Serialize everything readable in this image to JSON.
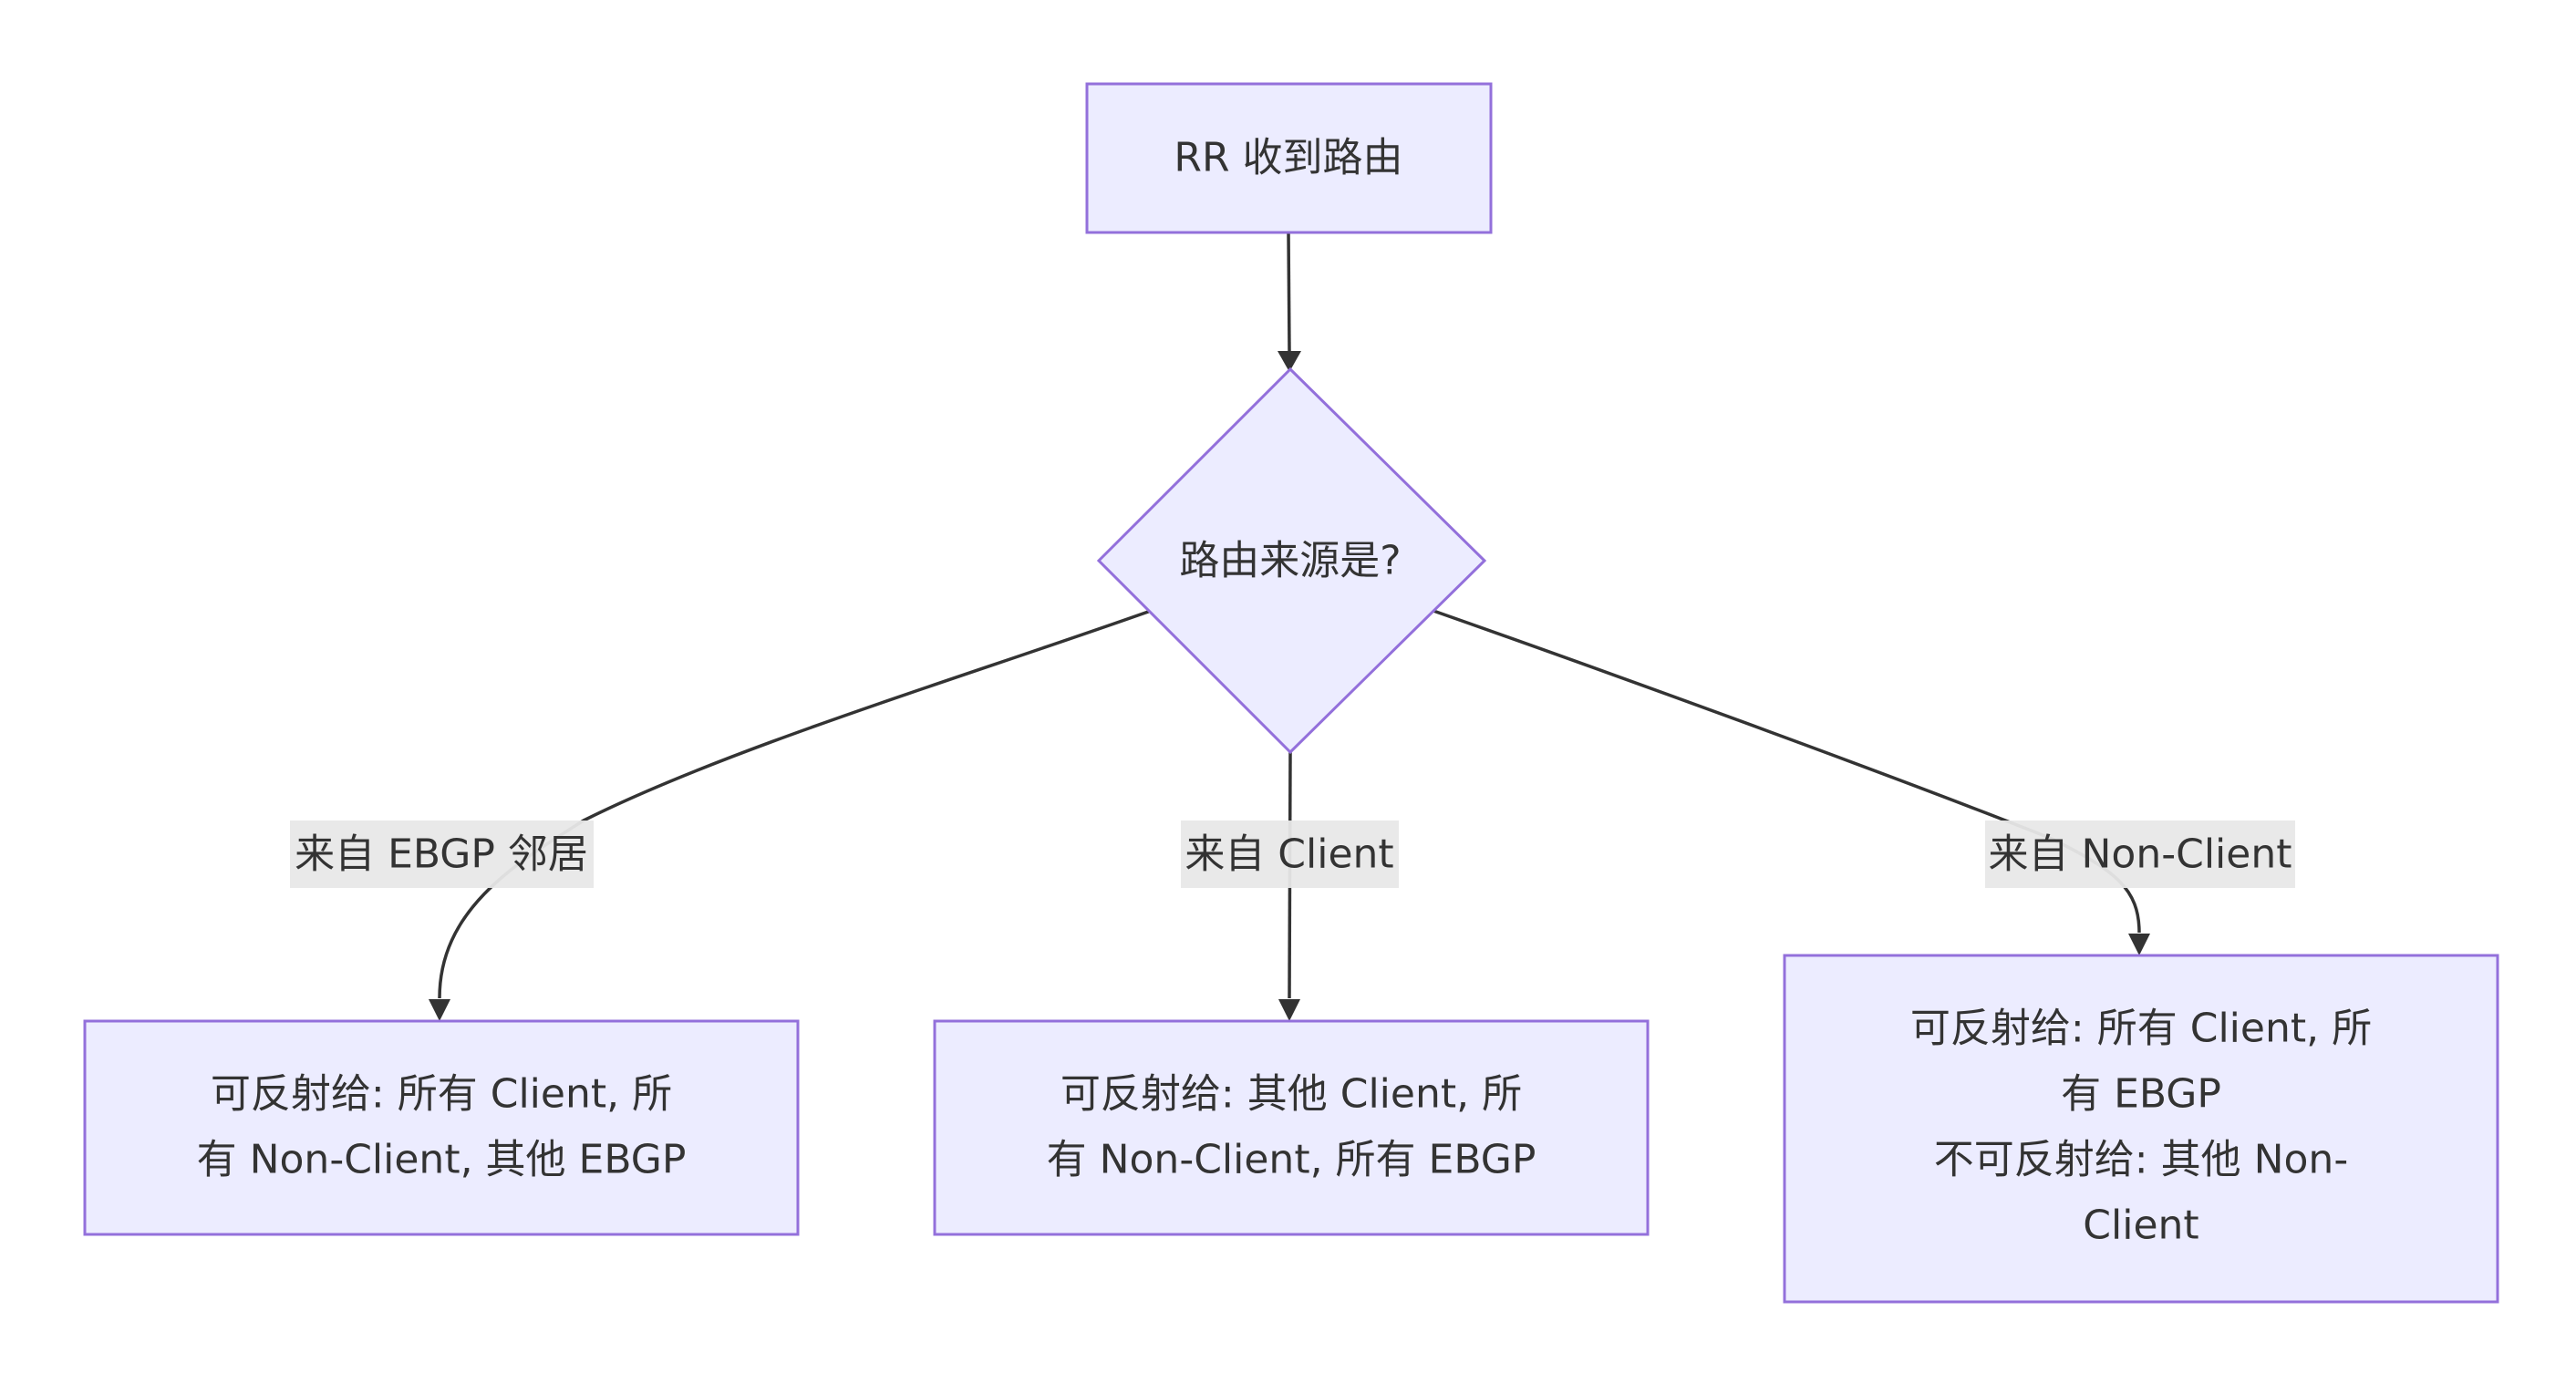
{
  "nodes": {
    "start": "RR 收到路由",
    "decision": "路由来源是?",
    "ebgp_result": [
      "可反射给: 所有 Client, 所",
      "有 Non-Client, 其他 EBGP"
    ],
    "client_result": [
      "可反射给: 其他 Client, 所",
      "有 Non-Client, 所有 EBGP"
    ],
    "nonclient_result": [
      "可反射给: 所有 Client, 所",
      "有 EBGP",
      "不可反射给: 其他 Non-",
      "Client"
    ]
  },
  "edges": {
    "ebgp_label": "来自 EBGP 邻居",
    "client_label": "来自 Client",
    "nonclient_label": "来自 Non-Client"
  },
  "colors": {
    "node_fill": "#ececff",
    "node_stroke": "#9370db",
    "edge": "#333333",
    "label_bg": "#e8e8e8"
  }
}
